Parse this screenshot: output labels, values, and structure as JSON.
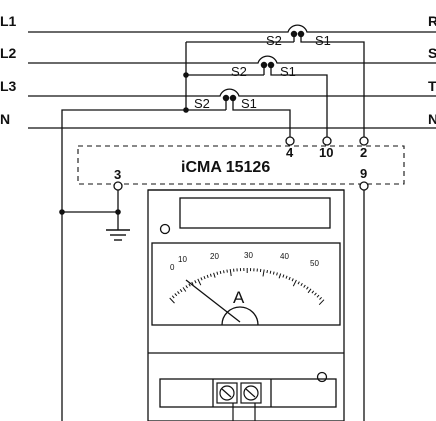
{
  "lines": {
    "l1": "L1",
    "l2": "L2",
    "l3": "L3",
    "n": "N",
    "r_end": "R",
    "s_end": "S",
    "t_end": "T",
    "n_end": "N"
  },
  "ct": {
    "ct1": {
      "s2": "S2",
      "s1": "S1"
    },
    "ct2": {
      "s2": "S2",
      "s1": "S1"
    },
    "ct3": {
      "s2": "S2",
      "s1": "S1"
    }
  },
  "device": {
    "model": "iCMA 15126",
    "terminals": {
      "t3": "3",
      "t4": "4",
      "t10": "10",
      "t2": "2",
      "t9": "9"
    }
  },
  "meter": {
    "unit": "A",
    "scale": {
      "t0": "0",
      "t10": "10",
      "t20": "20",
      "t30": "30",
      "t40": "40",
      "t50": "50"
    }
  }
}
